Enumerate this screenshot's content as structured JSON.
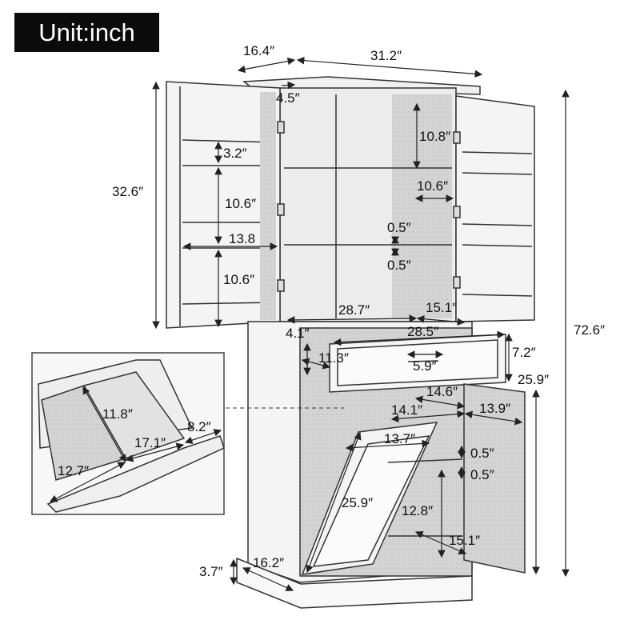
{
  "unit_badge": "Unit:inch",
  "colors": {
    "line": "#222222",
    "panel_fill": "#d9d9d9",
    "panel_light": "#f2f2f2",
    "badge_bg": "#0b0b0b",
    "badge_text": "#ffffff"
  },
  "dimensions": {
    "overall_depth": "16.4″",
    "overall_width": "31.2″",
    "overall_height": "72.6″",
    "upper_cabinet_height": "32.6″",
    "crown_inset": "4.5″",
    "upper_top_shelf_gap": "10.8″",
    "upper_shelf_width": "10.6″",
    "shelf_thickness_top": "0.5″",
    "shelf_thickness_bottom": "0.5″",
    "door_shelf_gap": "3.2″",
    "door_shelf_gap_2": "10.6″",
    "door_shelf_gap_3": "10.6″",
    "door_width": "13.8",
    "upper_inner_width": "28.7″",
    "upper_inner_depth": "15.1″",
    "drawer_side_depth": "4.1″",
    "drawer_width": "28.5″",
    "drawer_inner_depth": "11.3″",
    "drawer_handle": "5.9″",
    "drawer_height": "7.2″",
    "lower_height": "25.9″",
    "lower_door_width": "14.6″",
    "lower_shelf_width": "14.1″",
    "lower_shelf_depth": "13.9″",
    "tilt_bin_width": "13.7″",
    "tilt_bin_height": "25.9″",
    "lower_shelf_thickness_top": "0.5″",
    "lower_shelf_thickness_bottom": "0.5″",
    "lower_shelf_gap": "12.8″",
    "lower_inner_depth": "15.1″",
    "base_height": "3.7″",
    "base_depth": "16.2″"
  },
  "inset": {
    "bin_depth": "11.8″",
    "bin_width": "17.1″",
    "bin_side": "8.2″",
    "bin_bottom": "12.7″"
  }
}
